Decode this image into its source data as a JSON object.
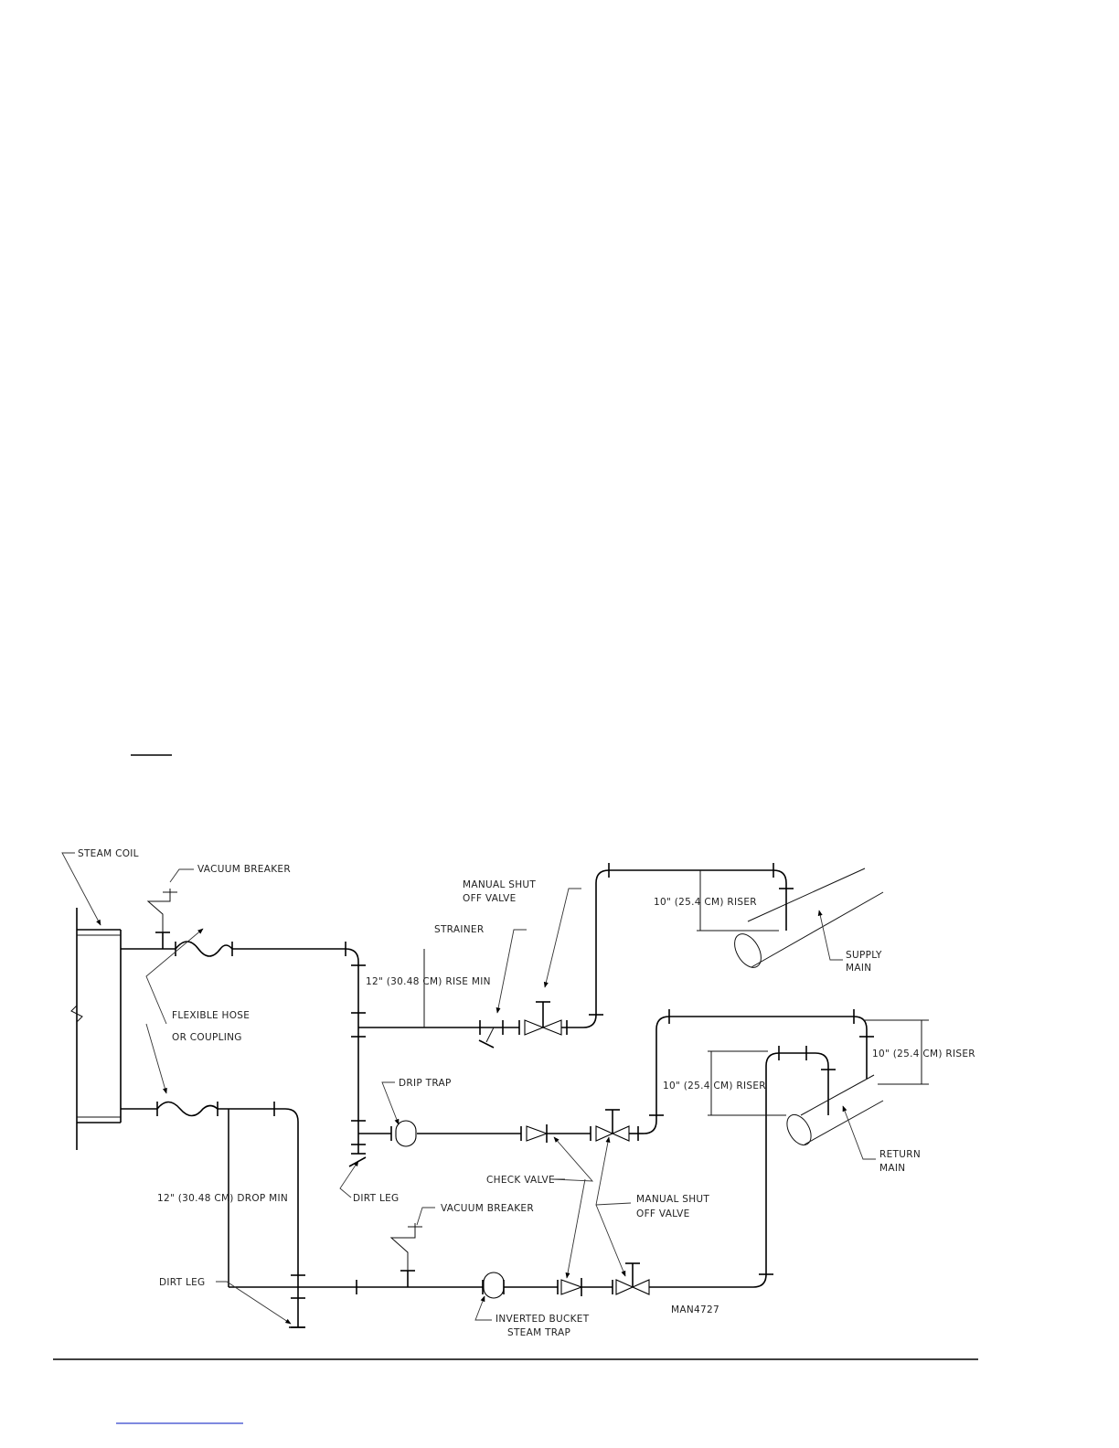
{
  "diagram": {
    "drawing_number": "MAN4727",
    "labels": {
      "steam_coil": "STEAM COIL",
      "vacuum_breaker_top": "VACUUM BREAKER",
      "manual_shut_top_1": "MANUAL SHUT",
      "manual_shut_top_2": "OFF VALVE",
      "strainer": "STRAINER",
      "riser_supply": "10\" (25.4 CM) RISER",
      "supply_main_1": "SUPPLY",
      "supply_main_2": "MAIN",
      "rise_min": "12\" (30.48 CM) RISE MIN",
      "flexible_hose_1": "FLEXIBLE HOSE",
      "flexible_hose_2": "OR COUPLING",
      "riser_return_right": "10\" (25.4 CM) RISER",
      "riser_return_mid": "10\" (25.4 CM) RISER",
      "drip_trap": "DRIP TRAP",
      "return_main_1": "RETURN",
      "return_main_2": "MAIN",
      "check_valve": "CHECK VALVE",
      "drop_min": "12\" (30.48 CM) DROP MIN",
      "dirt_leg_mid": "DIRT LEG",
      "vacuum_breaker_bottom": "VACUUM BREAKER",
      "manual_shut_bottom_1": "MANUAL SHUT",
      "manual_shut_bottom_2": "OFF VALVE",
      "dirt_leg_left": "DIRT LEG",
      "inverted_bucket_1": "INVERTED BUCKET",
      "inverted_bucket_2": "STEAM TRAP"
    }
  }
}
